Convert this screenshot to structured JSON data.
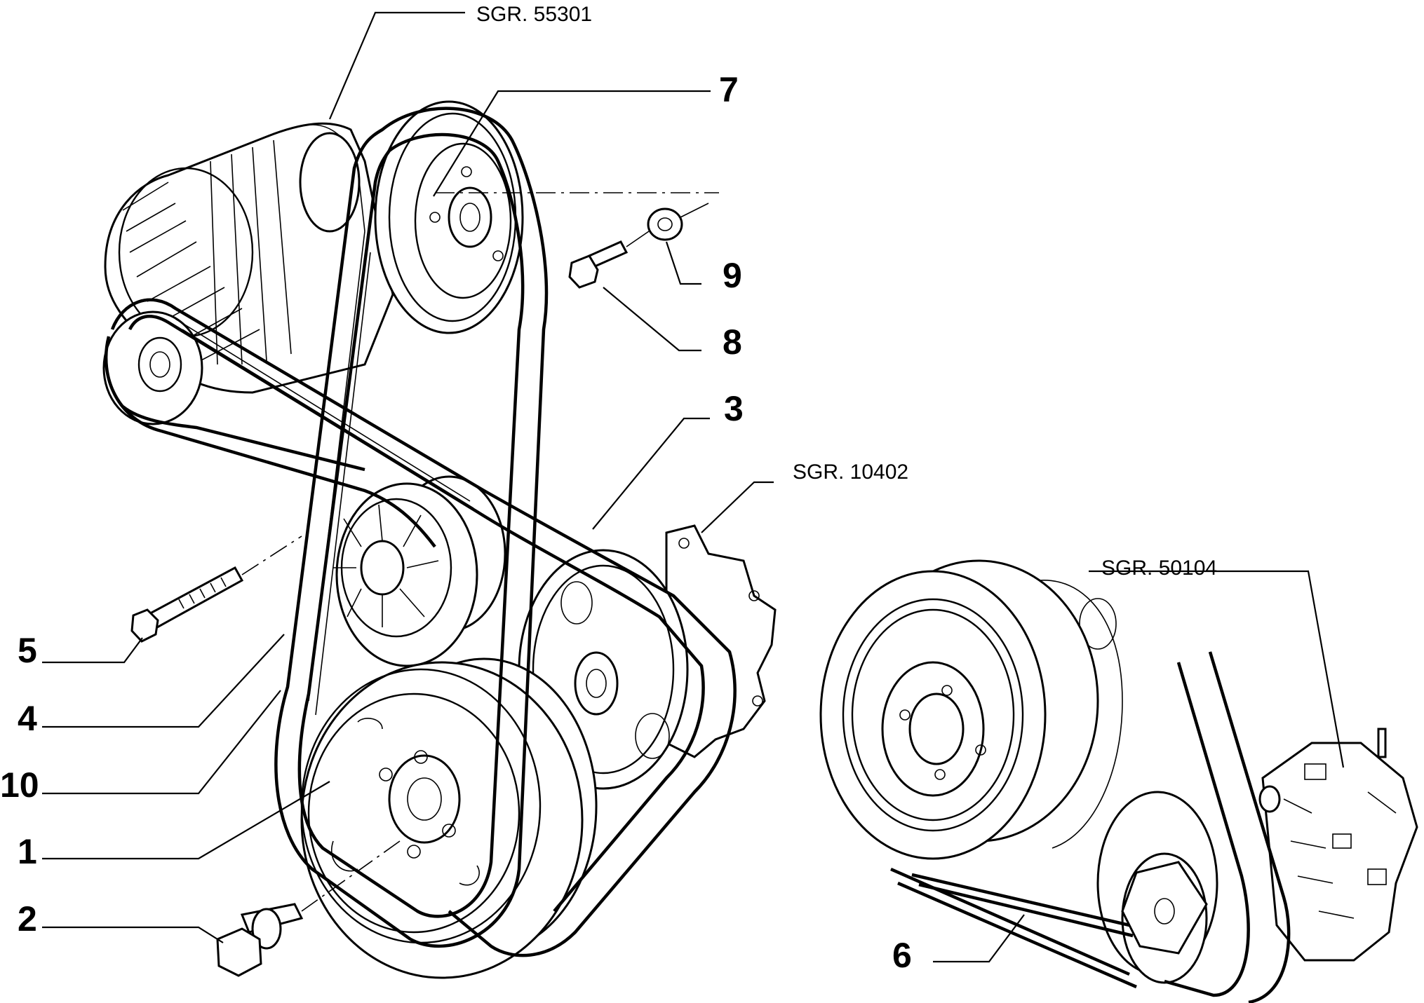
{
  "refs": {
    "alternator": "SGR. 55301",
    "compressor": "SGR. 10402",
    "pump": "SGR. 50104"
  },
  "parts": {
    "p1": "1",
    "p2": "2",
    "p3": "3",
    "p4": "4",
    "p5": "5",
    "p6": "6",
    "p7": "7",
    "p8": "8",
    "p9": "9",
    "p10": "10"
  }
}
